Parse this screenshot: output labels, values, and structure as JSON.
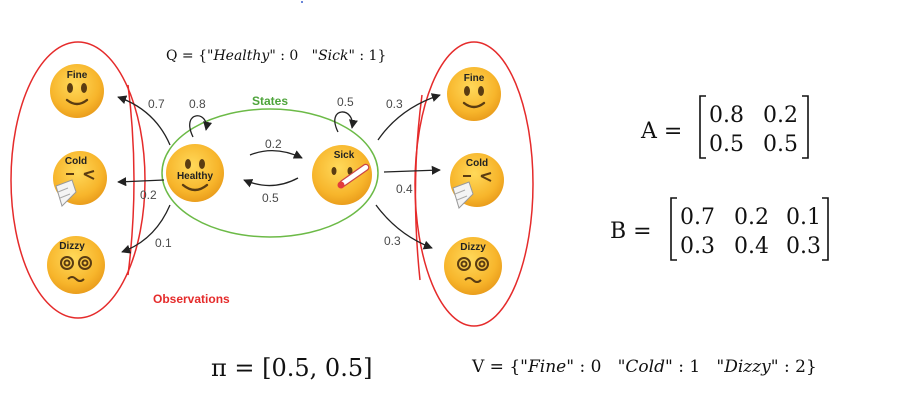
{
  "colors": {
    "emoji_face": "#f7b52b",
    "emoji_dark": "#5a3c12",
    "observation_ring": "#e52b2b",
    "state_ring": "#6cba47",
    "arrow": "#222222",
    "label": "#4a4a4a",
    "observations_label": "#e52b2b",
    "states_label": "#4ea43b"
  },
  "icons": {
    "fine": "slightly-smiling-face-icon",
    "cold": "sneezing-face-icon",
    "dizzy": "dizzy-face-icon",
    "healthy": "smiling-face-icon",
    "sick": "face-with-thermometer-icon"
  },
  "states": {
    "title": "States",
    "healthy": "Healthy",
    "sick": "Sick"
  },
  "observations": {
    "title": "Observations",
    "fine": "Fine",
    "cold": "Cold",
    "dizzy": "Dizzy"
  },
  "probabilities": {
    "healthy_self": "0.8",
    "sick_self": "0.5",
    "healthy_to_sick": "0.2",
    "sick_to_healthy": "0.5",
    "healthy_fine": "0.7",
    "healthy_cold": "0.2",
    "healthy_dizzy": "0.1",
    "sick_fine": "0.3",
    "sick_cold": "0.4",
    "sick_dizzy": "0.3"
  },
  "equations": {
    "q_prefix": "Q = {",
    "q_healthy": "\"Healthy\"",
    "q_mid1": " : 0   ",
    "q_sick": "\"Sick\"",
    "q_end": " : 1}",
    "a_name": "A =",
    "a_row1": [
      "0.8",
      "0.2"
    ],
    "a_row2": [
      "0.5",
      "0.5"
    ],
    "b_name": "B =",
    "b_row1": [
      "0.7",
      "0.2",
      "0.1"
    ],
    "b_row2": [
      "0.3",
      "0.4",
      "0.3"
    ],
    "pi": "π = [0.5, 0.5]",
    "v_prefix": "V = {",
    "v_fine": "\"Fine\"",
    "v_mid1": " : 0   ",
    "v_cold": "\"Cold\"",
    "v_mid2": " : 1   ",
    "v_dizzy": "\"Dizzy\"",
    "v_end": " : 2}"
  }
}
